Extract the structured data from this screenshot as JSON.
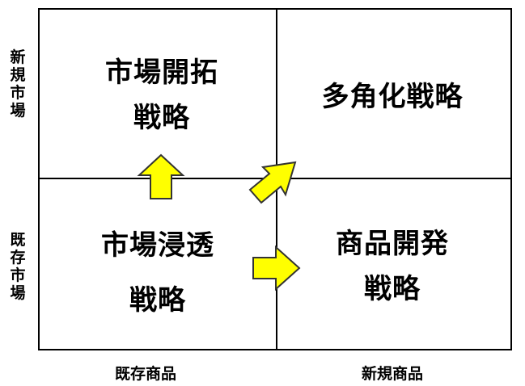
{
  "quadrants": {
    "market_development": {
      "line1": "市場開拓",
      "line2": "戦略"
    },
    "diversification": {
      "line1": "多角化戦略"
    },
    "market_penetration": {
      "line1": "市場浸透",
      "line2": "戦略"
    },
    "product_development": {
      "line1": "商品開発",
      "line2": "戦略"
    }
  },
  "y_axis": {
    "top_label": "新規市場",
    "bottom_label": "既存市場"
  },
  "x_axis": {
    "left_label": "既存商品",
    "right_label": "新規商品"
  },
  "colors": {
    "arrow_fill": "#ffff00",
    "arrow_stroke": "#333333",
    "line": "#000000"
  },
  "icons": [
    "arrow-up-icon",
    "arrow-diagonal-icon",
    "arrow-right-icon"
  ]
}
